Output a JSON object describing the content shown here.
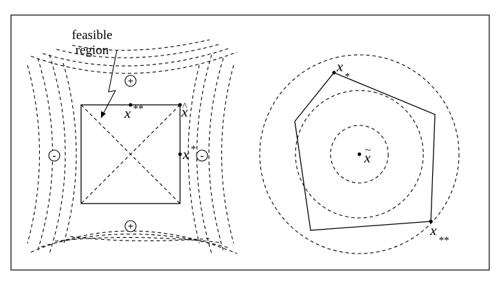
{
  "left_panel": {
    "annotation_line1": "feasible",
    "annotation_line2": "region",
    "plus_sign": "+",
    "minus_sign": "-",
    "point_double_star": {
      "base": "x",
      "mark": "**"
    },
    "point_hat": {
      "base": "x",
      "mark": "^"
    },
    "point_star": {
      "base": "x",
      "mark": "*"
    }
  },
  "right_panel": {
    "point_center": {
      "base": "x",
      "mark": "~"
    },
    "point_star": {
      "base": "x",
      "mark": "*"
    },
    "point_double_star": {
      "base": "x",
      "mark": "**"
    }
  }
}
